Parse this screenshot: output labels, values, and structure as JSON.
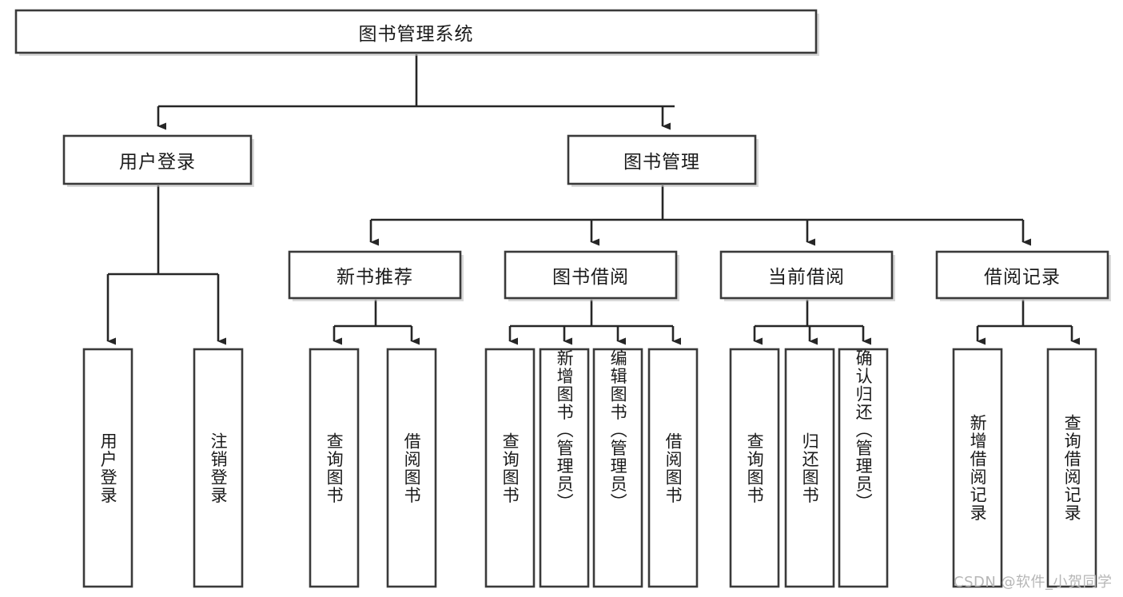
{
  "diagram": {
    "title": "图书管理系统",
    "type": "tree-hierarchy",
    "root": {
      "id": "root",
      "label": "图书管理系统",
      "orientation": "horizontal"
    },
    "level2": [
      {
        "id": "user-login",
        "label": "用户登录",
        "orientation": "horizontal"
      },
      {
        "id": "book-manage",
        "label": "图书管理",
        "orientation": "horizontal"
      }
    ],
    "level3": [
      {
        "id": "new-book-recommend",
        "label": "新书推荐",
        "orientation": "horizontal",
        "parent": "book-manage"
      },
      {
        "id": "book-borrow",
        "label": "图书借阅",
        "orientation": "horizontal",
        "parent": "book-manage"
      },
      {
        "id": "current-borrow",
        "label": "当前借阅",
        "orientation": "horizontal",
        "parent": "book-manage"
      },
      {
        "id": "borrow-record",
        "label": "借阅记录",
        "orientation": "horizontal",
        "parent": "book-manage"
      }
    ],
    "leaves": [
      {
        "id": "leaf-user-login",
        "label": "用户登录",
        "parent": "user-login",
        "orientation": "vertical"
      },
      {
        "id": "leaf-user-logout",
        "label": "注销登录",
        "parent": "user-login",
        "orientation": "vertical"
      },
      {
        "id": "leaf-query-book-1",
        "label": "查询图书",
        "parent": "new-book-recommend",
        "orientation": "vertical"
      },
      {
        "id": "leaf-borrow-book-1",
        "label": "借阅图书",
        "parent": "new-book-recommend",
        "orientation": "vertical"
      },
      {
        "id": "leaf-query-book-2",
        "label": "查询图书",
        "parent": "book-borrow",
        "orientation": "vertical"
      },
      {
        "id": "leaf-add-book",
        "label": "新增图书（管理员）",
        "parent": "book-borrow",
        "orientation": "vertical"
      },
      {
        "id": "leaf-edit-book",
        "label": "编辑图书（管理员）",
        "parent": "book-borrow",
        "orientation": "vertical"
      },
      {
        "id": "leaf-borrow-book-2",
        "label": "借阅图书",
        "parent": "book-borrow",
        "orientation": "vertical"
      },
      {
        "id": "leaf-query-book-3",
        "label": "查询图书",
        "parent": "current-borrow",
        "orientation": "vertical"
      },
      {
        "id": "leaf-return-book",
        "label": "归还图书",
        "parent": "current-borrow",
        "orientation": "vertical"
      },
      {
        "id": "leaf-confirm-return",
        "label": "确认归还（管理员）",
        "parent": "current-borrow",
        "orientation": "vertical"
      },
      {
        "id": "leaf-add-record",
        "label": "新增借阅记录",
        "parent": "borrow-record",
        "orientation": "vertical"
      },
      {
        "id": "leaf-query-record",
        "label": "查询借阅记录",
        "parent": "borrow-record",
        "orientation": "vertical"
      }
    ],
    "colors": {
      "box_stroke": "#3a3a3a",
      "edge_stroke": "#262626",
      "box_fill": "#ffffff",
      "text": "#1a1a1a",
      "background": "#ffffff",
      "watermark": "#b6b6b6"
    }
  },
  "watermark": {
    "text": "CSDN @软件_小贺同学"
  }
}
